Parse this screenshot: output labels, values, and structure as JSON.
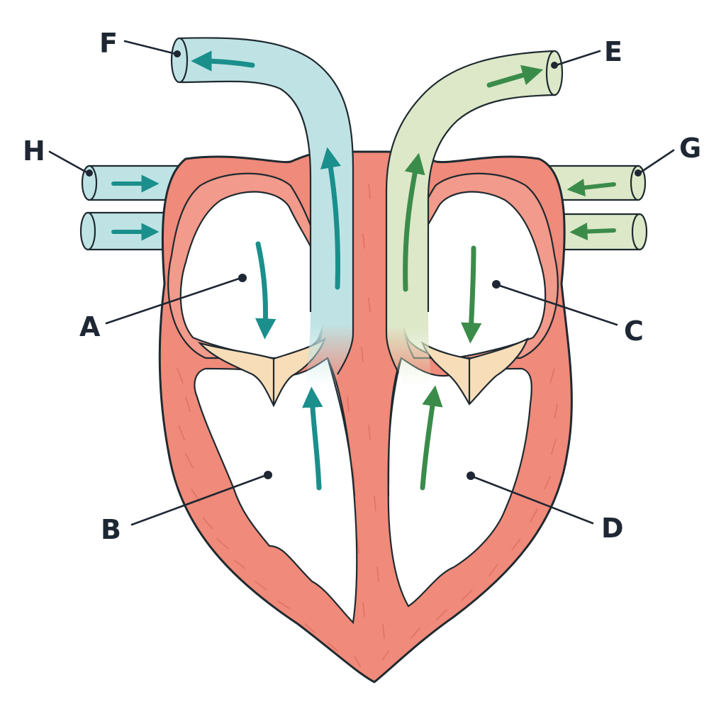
{
  "labels": {
    "A": "A",
    "B": "B",
    "C": "C",
    "D": "D",
    "E": "E",
    "F": "F",
    "G": "G",
    "H": "H"
  },
  "colors": {
    "background": "#ffffff",
    "muscle": "#f08a7a",
    "muscle_dark": "#e26e60",
    "deoxygenated_vessel": "#bfe3e4",
    "oxygenated_vessel": "#dde8c8",
    "valve": "#f8ddb9",
    "teal_arrow": "#1a8f8c",
    "green_arrow": "#3b8c4a",
    "outline": "#1f2a30"
  }
}
